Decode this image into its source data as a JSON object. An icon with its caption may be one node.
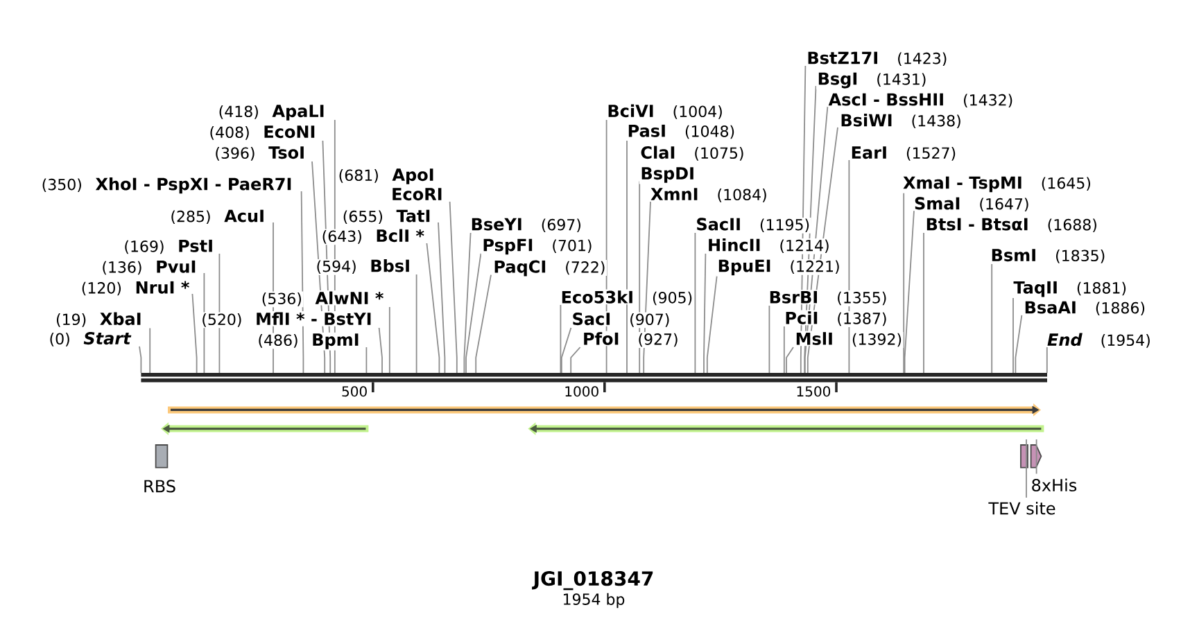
{
  "diagram": {
    "title": "JGI_018347",
    "caption": "1954 bp",
    "nodes": [
      {
        "text": [
          "Start"
        ],
        "beside": [
          "(0)"
        ]
      },
      {
        "text": [
          "XbaI"
        ],
        "beside": [
          "(19)"
        ]
      },
      {
        "text": [
          "NruI *"
        ],
        "beside": [
          "(120)"
        ]
      },
      {
        "text": [
          "PvuI"
        ],
        "beside": [
          "(136)"
        ]
      },
      {
        "text": [
          "PstI"
        ],
        "beside": [
          "(169)"
        ]
      },
      {
        "text": [
          "AcuI"
        ],
        "beside": [
          "(285)"
        ]
      },
      {
        "text": [
          "XhoI - PspXI - PaeR7I"
        ],
        "beside": [
          "(350)"
        ]
      },
      {
        "text": [
          "TsoI"
        ],
        "beside": [
          "(396)"
        ]
      },
      {
        "text": [
          "EcoNI"
        ],
        "beside": [
          "(408)"
        ]
      },
      {
        "text": [
          "ApaLI"
        ],
        "beside": [
          "(418)"
        ]
      },
      {
        "text": [
          "BpmI"
        ],
        "beside": [
          "(486)"
        ]
      },
      {
        "text": [
          "MflI * - BstYI"
        ],
        "beside": [
          "(520)"
        ]
      },
      {
        "text": [
          "AlwNI *"
        ],
        "beside": [
          "(536)"
        ]
      },
      {
        "text": [
          "BbsI"
        ],
        "beside": [
          "(594)"
        ]
      },
      {
        "text": [
          "BclI *"
        ],
        "beside": [
          "(643)"
        ]
      },
      {
        "text": [
          "TatI"
        ],
        "beside": [
          "(655)"
        ]
      },
      {
        "text": [
          "ApoI"
        ],
        "beside": [
          "(681)"
        ]
      },
      {
        "text": [
          "EcoRI"
        ]
      },
      {
        "text": [
          "BseYI"
        ],
        "beside": [
          "(697)"
        ]
      },
      {
        "text": [
          "PspFI"
        ],
        "beside": [
          "(701)"
        ]
      },
      {
        "text": [
          "PaqCI"
        ],
        "beside": [
          "(722)"
        ]
      },
      {
        "text": [
          "Eco53kI"
        ],
        "beside": [
          "(905)"
        ]
      },
      {
        "text": [
          "SacI"
        ],
        "beside": [
          "(907)"
        ]
      },
      {
        "text": [
          "PfoI"
        ],
        "beside": [
          "(927)"
        ]
      },
      {
        "text": [
          "BciVI"
        ],
        "beside": [
          "(1004)"
        ]
      },
      {
        "text": [
          "PasI"
        ],
        "beside": [
          "(1048)"
        ]
      },
      {
        "text": [
          "ClaI"
        ],
        "beside": [
          "(1075)"
        ]
      },
      {
        "text": [
          "BspDI"
        ]
      },
      {
        "text": [
          "XmnI"
        ],
        "beside": [
          "(1084)"
        ]
      },
      {
        "text": [
          "SacII"
        ],
        "beside": [
          "(1195)"
        ]
      },
      {
        "text": [
          "HincII"
        ],
        "beside": [
          "(1214)"
        ]
      },
      {
        "text": [
          "BpuEI"
        ],
        "beside": [
          "(1221)"
        ]
      },
      {
        "text": [
          "BsrBI"
        ],
        "beside": [
          "(1355)"
        ]
      },
      {
        "text": [
          "PciI"
        ],
        "beside": [
          "(1387)"
        ]
      },
      {
        "text": [
          "MslI"
        ],
        "beside": [
          "(1392)"
        ]
      },
      {
        "text": [
          "BstZ17I"
        ],
        "beside": [
          "(1423)"
        ]
      },
      {
        "text": [
          "BsgI"
        ],
        "beside": [
          "(1431)"
        ]
      },
      {
        "text": [
          "AscI - BssHII"
        ],
        "beside": [
          "(1432)"
        ]
      },
      {
        "text": [
          "BsiWI"
        ],
        "beside": [
          "(1438)"
        ]
      },
      {
        "text": [
          "EarI"
        ],
        "beside": [
          "(1527)"
        ]
      },
      {
        "text": [
          "XmaI - TspMI"
        ],
        "beside": [
          "(1645)"
        ]
      },
      {
        "text": [
          "SmaI"
        ],
        "beside": [
          "(1647)"
        ]
      },
      {
        "text": [
          "BtsI - BtsαI"
        ],
        "beside": [
          "(1688)"
        ]
      },
      {
        "text": [
          "BsmI"
        ],
        "beside": [
          "(1835)"
        ]
      },
      {
        "text": [
          "TaqII"
        ],
        "beside": [
          "(1881)"
        ]
      },
      {
        "text": [
          "BsaAI"
        ],
        "beside": [
          "(1886)"
        ]
      },
      {
        "text": [
          "End"
        ],
        "beside": [
          "(1954)"
        ]
      },
      {
        "text": [],
        "shape": "bar"
      },
      {
        "text": [],
        "shape": "band"
      },
      {
        "text": [],
        "shape": "band"
      },
      {
        "text": [],
        "shape": "band"
      },
      {
        "text": [
          "RBS"
        ]
      },
      {
        "text": [],
        "shape": "box"
      },
      {
        "text": [],
        "shape": "pentagon"
      },
      {
        "text": [
          "8xHis"
        ]
      },
      {
        "text": [
          "TEV site"
        ]
      }
    ],
    "edges": [
      {
        "from": 0,
        "to": 47,
        "arrow": "none"
      },
      {
        "from": 1,
        "to": 47,
        "arrow": "none"
      },
      {
        "from": 2,
        "to": 47,
        "arrow": "none"
      },
      {
        "from": 3,
        "to": 47,
        "arrow": "none"
      },
      {
        "from": 4,
        "to": 47,
        "arrow": "none"
      },
      {
        "from": 5,
        "to": 47,
        "arrow": "none"
      },
      {
        "from": 6,
        "to": 47,
        "arrow": "none"
      },
      {
        "from": 7,
        "to": 47,
        "arrow": "none"
      },
      {
        "from": 8,
        "to": 47,
        "arrow": "none"
      },
      {
        "from": 9,
        "to": 47,
        "arrow": "none"
      },
      {
        "from": 10,
        "to": 47,
        "arrow": "none"
      },
      {
        "from": 11,
        "to": 47,
        "arrow": "none"
      },
      {
        "from": 12,
        "to": 47,
        "arrow": "none"
      },
      {
        "from": 13,
        "to": 47,
        "arrow": "none"
      },
      {
        "from": 14,
        "to": 47,
        "arrow": "none"
      },
      {
        "from": 15,
        "to": 47,
        "arrow": "none"
      },
      {
        "from": 16,
        "to": 47,
        "arrow": "none"
      },
      {
        "from": 17,
        "to": 47,
        "arrow": "none"
      },
      {
        "from": 18,
        "to": 47,
        "arrow": "none"
      },
      {
        "from": 19,
        "to": 47,
        "arrow": "none"
      },
      {
        "from": 20,
        "to": 47,
        "arrow": "none"
      },
      {
        "from": 21,
        "to": 47,
        "arrow": "none"
      },
      {
        "from": 22,
        "to": 47,
        "arrow": "none"
      },
      {
        "from": 23,
        "to": 47,
        "arrow": "none"
      },
      {
        "from": 24,
        "to": 47,
        "arrow": "none"
      },
      {
        "from": 25,
        "to": 47,
        "arrow": "none"
      },
      {
        "from": 26,
        "to": 47,
        "arrow": "none"
      },
      {
        "from": 27,
        "to": 47,
        "arrow": "none"
      },
      {
        "from": 28,
        "to": 47,
        "arrow": "none"
      },
      {
        "from": 29,
        "to": 47,
        "arrow": "none"
      },
      {
        "from": 30,
        "to": 47,
        "arrow": "none"
      },
      {
        "from": 31,
        "to": 47,
        "arrow": "none"
      },
      {
        "from": 32,
        "to": 47,
        "arrow": "none"
      },
      {
        "from": 33,
        "to": 47,
        "arrow": "none"
      },
      {
        "from": 34,
        "to": 47,
        "arrow": "none"
      },
      {
        "from": 35,
        "to": 47,
        "arrow": "none"
      },
      {
        "from": 36,
        "to": 47,
        "arrow": "none"
      },
      {
        "from": 37,
        "to": 47,
        "arrow": "none"
      },
      {
        "from": 38,
        "to": 47,
        "arrow": "none"
      },
      {
        "from": 39,
        "to": 47,
        "arrow": "none"
      },
      {
        "from": 40,
        "to": 47,
        "arrow": "none"
      },
      {
        "from": 41,
        "to": 47,
        "arrow": "none"
      },
      {
        "from": 42,
        "to": 47,
        "arrow": "none"
      },
      {
        "from": 43,
        "to": 47,
        "arrow": "none"
      },
      {
        "from": 44,
        "to": 47,
        "arrow": "none"
      },
      {
        "from": 45,
        "to": 47,
        "arrow": "none"
      },
      {
        "from": 46,
        "to": 47,
        "arrow": "none"
      },
      {
        "from": 54,
        "to": 53,
        "arrow": "none"
      },
      {
        "from": 55,
        "to": 52,
        "arrow": "none"
      }
    ],
    "labels": [
      "500",
      "1000",
      "1500"
    ]
  }
}
